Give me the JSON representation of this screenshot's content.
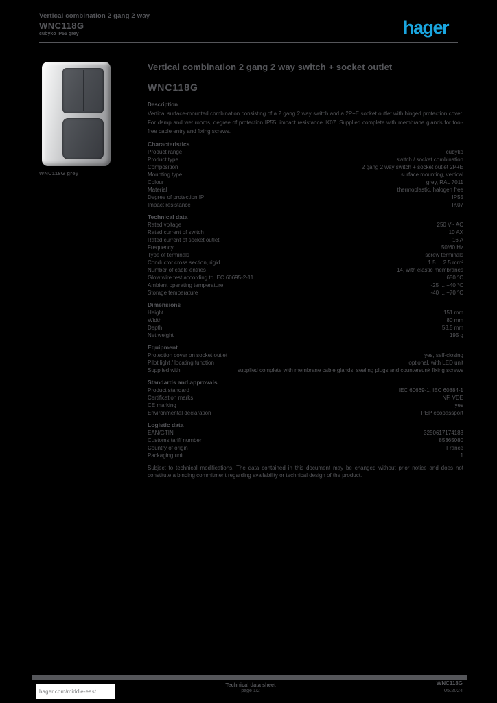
{
  "colors": {
    "background": "#000000",
    "text_gray": "#55565a",
    "hager_blue": "#1aa6e0"
  },
  "header": {
    "title_line1": "Vertical combination 2 gang 2 way",
    "ref": "WNC118G",
    "sub": "cubyko IP55 grey",
    "logo_text": "hager"
  },
  "product_photo": {
    "caption": "WNC118G grey"
  },
  "main": {
    "title": "Vertical combination 2 gang 2 way switch + socket outlet",
    "ref": "WNC118G",
    "description_heading": "Description",
    "description": "Vertical surface-mounted combination consisting of a 2 gang 2 way switch and a 2P+E socket outlet with hinged protection cover. For damp and wet rooms, degree of protection IP55, impact resistance IK07. Supplied complete with membrane glands for tool-free cable entry and fixing screws.",
    "sections": [
      {
        "heading": "Characteristics",
        "rows": [
          {
            "label": "Product range",
            "value": "cubyko"
          },
          {
            "label": "Product type",
            "value": "switch / socket combination"
          },
          {
            "label": "Composition",
            "value": "2 gang 2 way switch + socket outlet 2P+E"
          },
          {
            "label": "Mounting type",
            "value": "surface mounting, vertical"
          },
          {
            "label": "Colour",
            "value": "grey, RAL 7011"
          },
          {
            "label": "Material",
            "value": "thermoplastic, halogen free"
          },
          {
            "label": "Degree of protection IP",
            "value": "IP55"
          },
          {
            "label": "Impact resistance",
            "value": "IK07"
          }
        ]
      },
      {
        "heading": "Technical data",
        "rows": [
          {
            "label": "Rated voltage",
            "value": "250 V~ AC"
          },
          {
            "label": "Rated current of switch",
            "value": "10 AX"
          },
          {
            "label": "Rated current of socket outlet",
            "value": "16 A"
          },
          {
            "label": "Frequency",
            "value": "50/60 Hz"
          },
          {
            "label": "Type of terminals",
            "value": "screw terminals"
          },
          {
            "label": "Conductor cross section, rigid",
            "value": "1.5 ... 2.5 mm²"
          },
          {
            "label": "Number of cable entries",
            "value": "14, with elastic membranes"
          },
          {
            "label": "Glow wire test according to IEC 60695-2-11",
            "value": "650 °C"
          },
          {
            "label": "Ambient operating temperature",
            "value": "-25 ... +40 °C"
          },
          {
            "label": "Storage temperature",
            "value": "-40 ... +70 °C"
          }
        ]
      },
      {
        "heading": "Dimensions",
        "rows": [
          {
            "label": "Height",
            "value": "151 mm"
          },
          {
            "label": "Width",
            "value": "80 mm"
          },
          {
            "label": "Depth",
            "value": "53.5 mm"
          },
          {
            "label": "Net weight",
            "value": "195 g"
          }
        ]
      },
      {
        "heading": "Equipment",
        "rows": [
          {
            "label": "Protection cover on socket outlet",
            "value": "yes, self-closing"
          },
          {
            "label": "Pilot light / locating function",
            "value": "optional, with LED unit"
          },
          {
            "label": "Supplied with",
            "value": "supplied complete with membrane cable glands, sealing plugs and countersunk fixing screws"
          }
        ]
      },
      {
        "heading": "Standards and approvals",
        "rows": [
          {
            "label": "Product standard",
            "value": "IEC 60669-1, IEC 60884-1"
          },
          {
            "label": "Certification marks",
            "value": "NF, VDE"
          },
          {
            "label": "CE marking",
            "value": "yes"
          },
          {
            "label": "Environmental declaration",
            "value": "PEP ecopassport"
          }
        ]
      },
      {
        "heading": "Logistic data",
        "rows": [
          {
            "label": "EAN/GTIN",
            "value": "3250617174183"
          },
          {
            "label": "Customs tariff number",
            "value": "85365080"
          },
          {
            "label": "Country of origin",
            "value": "France"
          },
          {
            "label": "Packaging unit",
            "value": "1"
          }
        ]
      }
    ],
    "note": "Subject to technical modifications. The data contained in this document may be changed without prior notice and does not constitute a binding commitment regarding availability or technical design of the product."
  },
  "footer": {
    "site": "hager.com/middle-east",
    "center_line1": "Technical data sheet",
    "center_line2": "page 1/2",
    "right_line1": "WNC118G",
    "right_line2": "05.2024"
  }
}
